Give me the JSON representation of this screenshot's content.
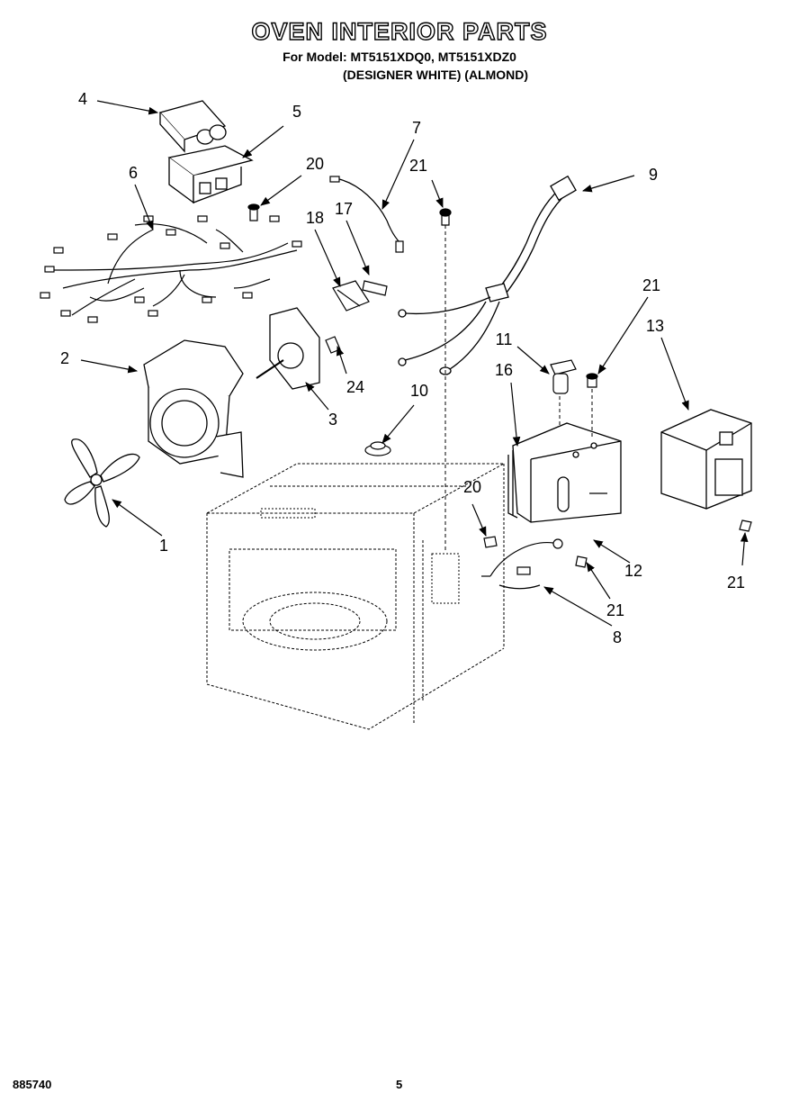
{
  "header": {
    "title": "OVEN INTERIOR PARTS",
    "model_line": "For Model: MT5151XDQ0, MT5151XDZ0",
    "color_line": "(DESIGNER WHITE)  (ALMOND)"
  },
  "footer": {
    "doc_number": "885740",
    "page_number": "5"
  },
  "callouts": [
    "4",
    "5",
    "6",
    "20",
    "7",
    "21",
    "9",
    "18",
    "17",
    "2",
    "24",
    "3",
    "1",
    "10",
    "11",
    "16",
    "21",
    "13",
    "20",
    "12",
    "21",
    "8",
    "21"
  ]
}
